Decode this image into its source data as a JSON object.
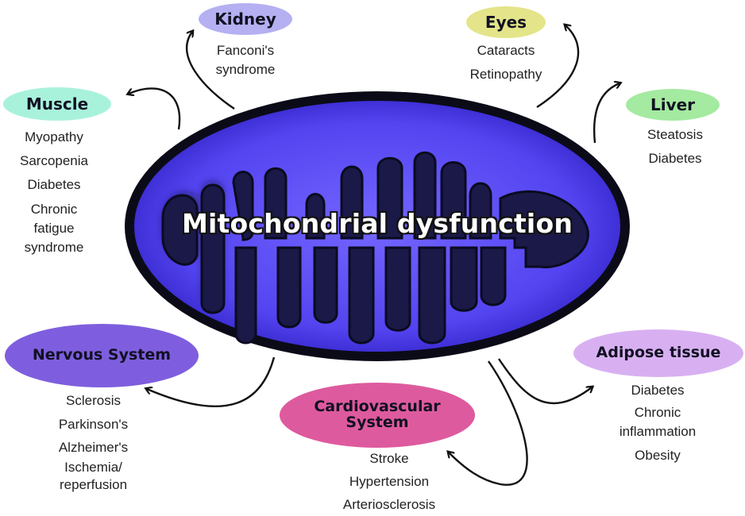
{
  "title": "Mitochondrial dysfunction",
  "colors": {
    "mitochondrion_fill": "#5a4cf2",
    "cristae_fill": "#1c1b4a",
    "outline": "#0a0a14"
  },
  "organs": [
    {
      "id": "kidney",
      "label": "Kidney",
      "color": "#b4b0f2",
      "items": [
        "Fanconi's",
        "syndrome"
      ]
    },
    {
      "id": "eyes",
      "label": "Eyes",
      "color": "#e4e48a",
      "items": [
        "Cataracts",
        "Retinopathy"
      ]
    },
    {
      "id": "muscle",
      "label": "Muscle",
      "color": "#a8f2dc",
      "items": [
        "Myopathy",
        "Sarcopenia",
        "Diabetes",
        "Chronic",
        "fatigue",
        "syndrome"
      ]
    },
    {
      "id": "liver",
      "label": "Liver",
      "color": "#a4eaa0",
      "items": [
        "Steatosis",
        "Diabetes"
      ]
    },
    {
      "id": "nervous",
      "label": "Nervous System",
      "color": "#7e5ede",
      "items": [
        "Sclerosis",
        "Parkinson's",
        "Alzheimer's",
        "Ischemia/",
        "reperfusion"
      ]
    },
    {
      "id": "cardio",
      "label_line1": "Cardiovascular",
      "label_line2": "System",
      "color": "#de5a9e",
      "items": [
        "Stroke",
        "Hypertension",
        "Arteriosclerosis"
      ]
    },
    {
      "id": "adipose",
      "label": "Adipose tissue",
      "color": "#d8b0f2",
      "items": [
        "Diabetes",
        "Chronic",
        "inflammation",
        "Obesity"
      ]
    }
  ]
}
